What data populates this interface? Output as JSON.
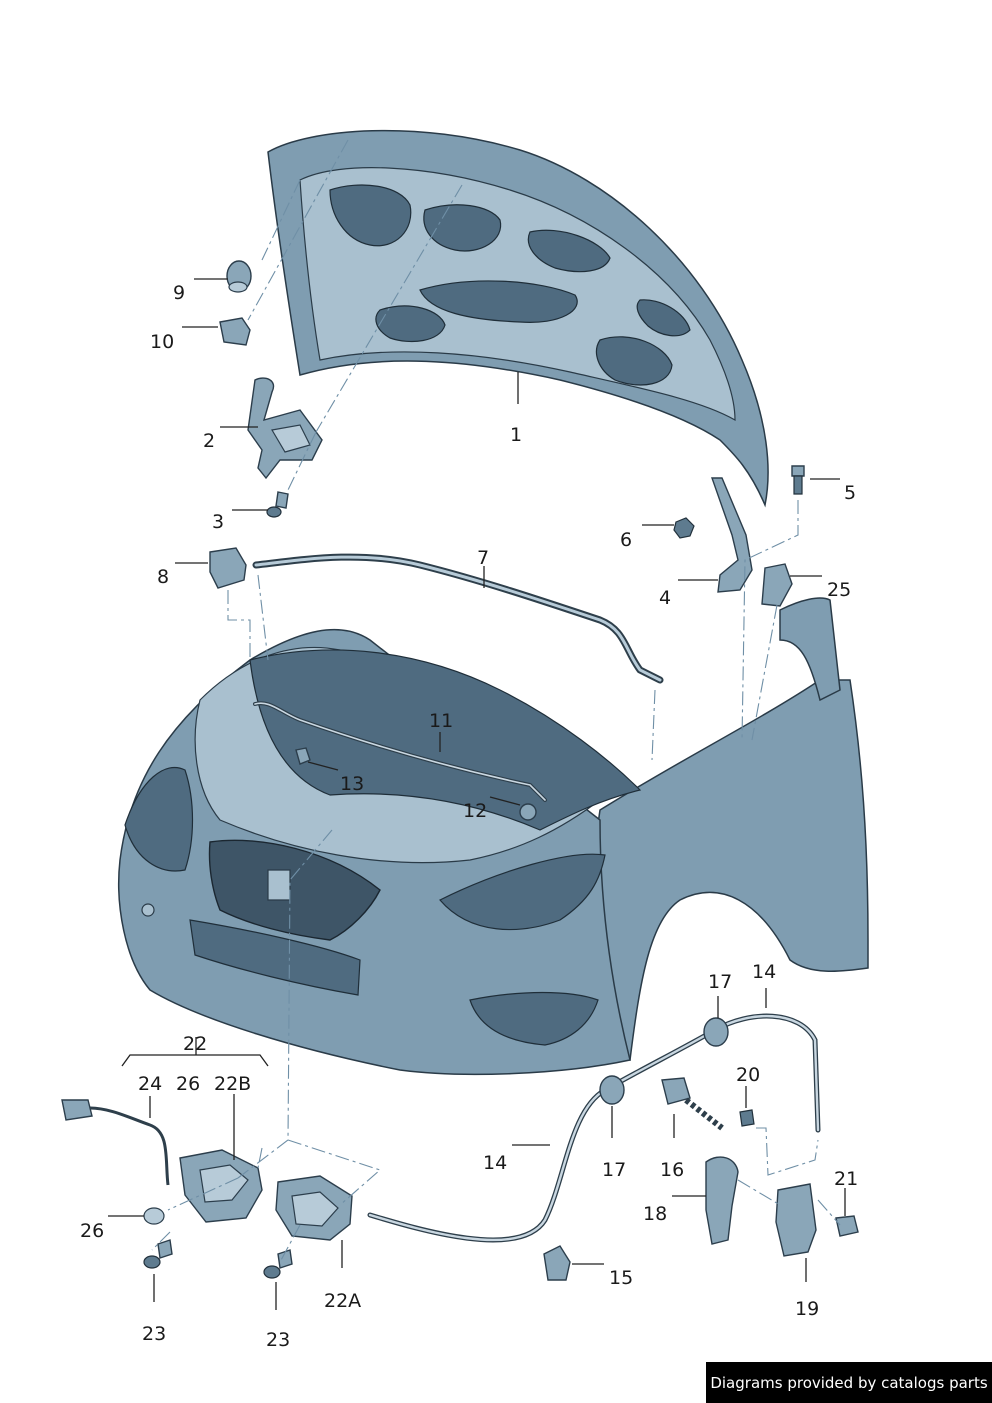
{
  "diagram": {
    "callouts": [
      {
        "id": "c1",
        "label": "1"
      },
      {
        "id": "c2",
        "label": "2"
      },
      {
        "id": "c3",
        "label": "3"
      },
      {
        "id": "c4",
        "label": "4"
      },
      {
        "id": "c5",
        "label": "5"
      },
      {
        "id": "c6",
        "label": "6"
      },
      {
        "id": "c7",
        "label": "7"
      },
      {
        "id": "c8",
        "label": "8"
      },
      {
        "id": "c9",
        "label": "9"
      },
      {
        "id": "c10",
        "label": "10"
      },
      {
        "id": "c11",
        "label": "11"
      },
      {
        "id": "c12",
        "label": "12"
      },
      {
        "id": "c13",
        "label": "13"
      },
      {
        "id": "c14a",
        "label": "14"
      },
      {
        "id": "c14b",
        "label": "14"
      },
      {
        "id": "c15",
        "label": "15"
      },
      {
        "id": "c16",
        "label": "16"
      },
      {
        "id": "c17a",
        "label": "17"
      },
      {
        "id": "c17b",
        "label": "17"
      },
      {
        "id": "c18",
        "label": "18"
      },
      {
        "id": "c19",
        "label": "19"
      },
      {
        "id": "c20",
        "label": "20"
      },
      {
        "id": "c21",
        "label": "21"
      },
      {
        "id": "c22",
        "label": "22"
      },
      {
        "id": "c22A",
        "label": "22A"
      },
      {
        "id": "c22B",
        "label": "22B"
      },
      {
        "id": "c23a",
        "label": "23"
      },
      {
        "id": "c23b",
        "label": "23"
      },
      {
        "id": "c24",
        "label": "24"
      },
      {
        "id": "c25",
        "label": "25"
      },
      {
        "id": "c26a",
        "label": "26"
      },
      {
        "id": "c26b",
        "label": "26"
      }
    ]
  },
  "footer": {
    "credit": "Diagrams provided by catalogs parts"
  },
  "colors": {
    "part_fill": "#8aa6b8",
    "outline": "#2c3e4c",
    "dash_line": "#6f8fa6",
    "credit_bg": "#000000",
    "credit_text": "#ffffff"
  }
}
